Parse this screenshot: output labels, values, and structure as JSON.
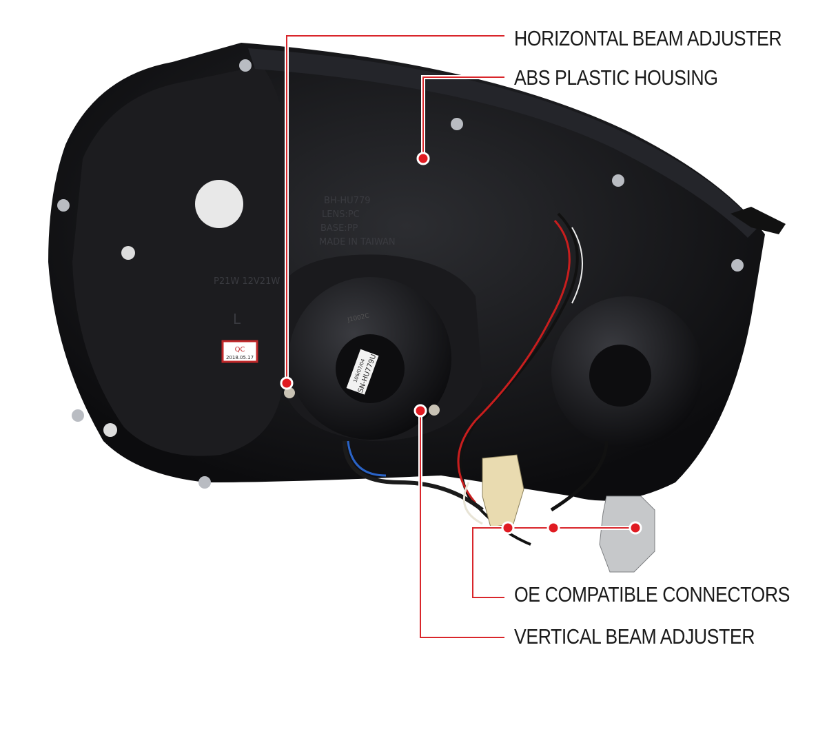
{
  "callouts": {
    "horizontal_beam_adjuster": "HORIZONTAL BEAM ADJUSTER",
    "abs_plastic_housing": "ABS PLASTIC HOUSING",
    "oe_compatible_connectors": "OE COMPATIBLE CONNECTORS",
    "vertical_beam_adjuster": "VERTICAL BEAM ADJUSTER"
  },
  "product_markings": {
    "housing_mold": [
      "BH-HU779",
      "LENS:PC",
      "BASE:PP",
      "MADE IN TAIWAN"
    ],
    "bulb_spec": "P21W 12V21W",
    "side": "L",
    "qc_label": "QC",
    "qc_date": "2018.05.17",
    "cap_code": "J1002C",
    "cap_sticker_date": "106/07/04",
    "cap_sticker_part": "SN-HU779U"
  },
  "colors": {
    "callout_line": "#d9262b",
    "callout_text": "#1a1a1a",
    "housing": "#141416"
  }
}
